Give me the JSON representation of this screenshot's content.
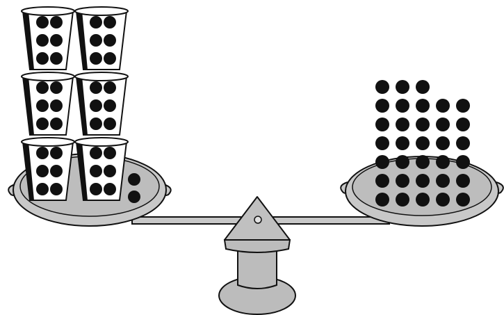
{
  "colors": {
    "background": "#ffffff",
    "stroke": "#111111",
    "pan_fill": "#c8c8c8",
    "pan_inner": "#bdbdbd",
    "stand_fill": "#bcbcbc",
    "counter": "#111111",
    "cup_fill": "#ffffff"
  },
  "left_pan": {
    "cups": {
      "columns": 2,
      "rows": 3,
      "counters_per_cup": 6
    },
    "loose_counters": 2
  },
  "right_pan": {
    "counter_columns": [
      7,
      7,
      7,
      6,
      6
    ]
  }
}
